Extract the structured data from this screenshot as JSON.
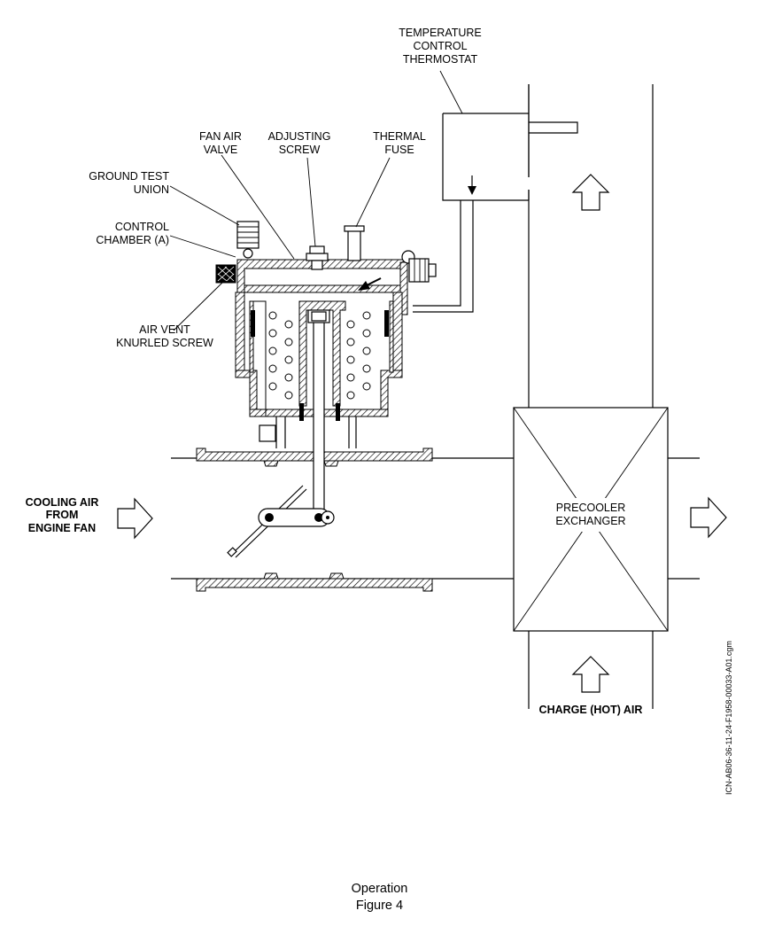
{
  "labels": {
    "temperature_control_thermostat": [
      "TEMPERATURE",
      "CONTROL",
      "THERMOSTAT"
    ],
    "fan_air_valve": [
      "FAN AIR",
      "VALVE"
    ],
    "adjusting_screw": [
      "ADJUSTING",
      "SCREW"
    ],
    "thermal_fuse": [
      "THERMAL",
      "FUSE"
    ],
    "ground_test_union": [
      "GROUND TEST",
      "UNION"
    ],
    "control_chamber": [
      "CONTROL",
      "CHAMBER (A)"
    ],
    "air_vent_knurled_screw": [
      "AIR VENT",
      "KNURLED SCREW"
    ],
    "cooling_air": [
      "COOLING AIR",
      "FROM",
      "ENGINE FAN"
    ],
    "precooler_exchanger": [
      "PRECOOLER",
      "EXCHANGER"
    ],
    "charge_air": "CHARGE (HOT) AIR"
  },
  "reference_code": "ICN-AB06-36-11-24-F1958-00033-A01.cgm",
  "caption": {
    "title": "Operation",
    "figure": "Figure 4"
  }
}
